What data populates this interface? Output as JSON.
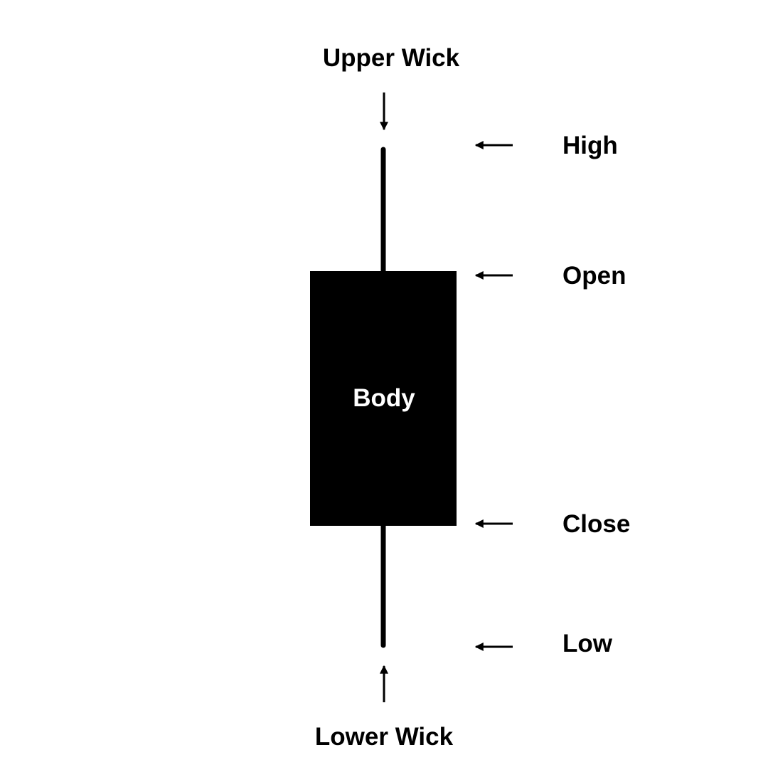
{
  "labels": {
    "upper_wick": "Upper Wick",
    "lower_wick": "Lower Wick",
    "body": "Body",
    "high": "High",
    "open": "Open",
    "close": "Close",
    "low": "Low"
  },
  "colors": {
    "candle": "#000000",
    "body_text": "#ffffff",
    "background": "#ffffff"
  }
}
